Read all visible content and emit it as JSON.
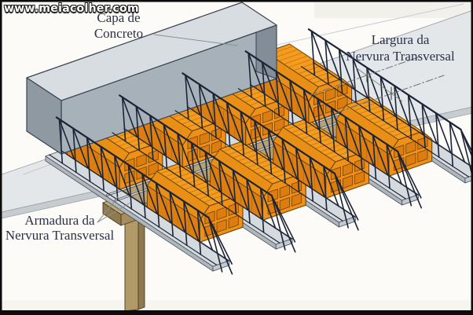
{
  "watermark": "www.meiacolher.com",
  "labels": {
    "capa": {
      "line1": "Capa de",
      "line2": "Concreto"
    },
    "largura": {
      "line1": "Largura da",
      "line2": "Nervura Transversal"
    },
    "armadura": {
      "line1": "Armadura da",
      "line2": "Nervura Transversal"
    }
  },
  "scene": {
    "block_rows": 4,
    "blocks_per_row": 2,
    "trusses": 5,
    "joists": 5
  },
  "colors": {
    "background": "#fcfbf7",
    "frame": "#0c0c0c",
    "slab_top": "#e4e7ea",
    "slab_edge": "#c7ccd1",
    "slab_line": "#9aa2aa",
    "rib_floor": "#d3d8db",
    "cap_top": "#d8dde1",
    "cap_front": "#a7b1b9",
    "cap_left": "#8e99a2",
    "cap_right": "#828d97",
    "cap_outline": "#3a4450",
    "block_top": "#f49c1f",
    "block_chamfer": "#ea8f16",
    "block_side": "#dd7f10",
    "block_face": "#ef9018",
    "block_cell": "#dd7d10",
    "block_outline": "#6b4408",
    "block_groove": "#c87a10",
    "joist_top": "#d5dade",
    "joist_side": "#afb7bd",
    "joist_end": "#c3c9ce",
    "joist_outline": "#434c56",
    "truss": "#1b2338",
    "board_top": "#b7a277",
    "board_front": "#99845b",
    "board_outline": "#564626",
    "rod_core": "#d0d4d7",
    "rod_edge": "#4a4a4a",
    "beam_top": "#c3aa76",
    "beam_front": "#a68d5e",
    "beam_end": "#8f7a50",
    "beam_outline": "#4a3c20",
    "post_front": "#b29a68",
    "post_side": "#8f7a50",
    "label_text": "#2a3148",
    "leader": "#8a9098",
    "dim": "#6a7076"
  }
}
